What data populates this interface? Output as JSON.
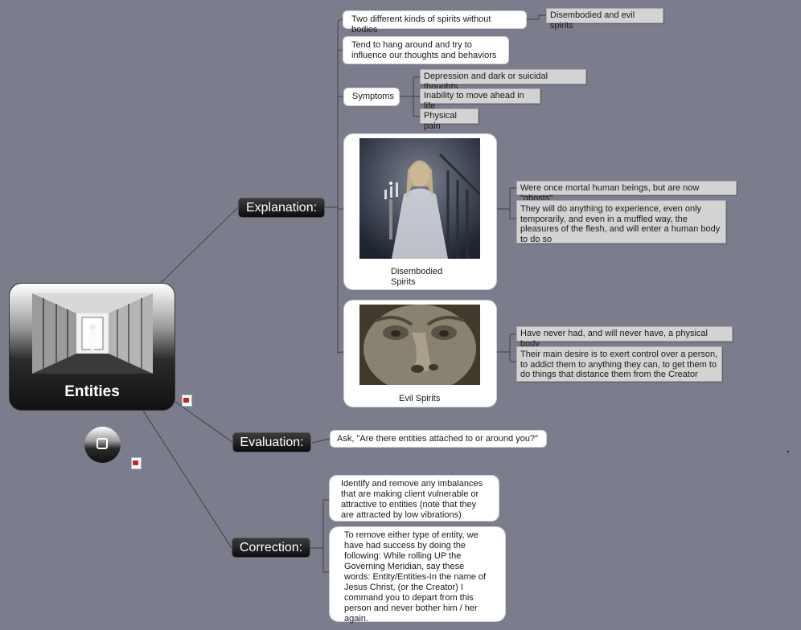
{
  "central": {
    "title": "Entities"
  },
  "branches": {
    "explanation": "Explanation:",
    "evaluation": "Evaluation:",
    "correction": "Correction:"
  },
  "explanation": {
    "kinds": "Two different kinds of spirits without bodies",
    "kinds_detail": "Disembodied and evil spirits",
    "influence": [
      "Tend to hang around and try to",
      "influence our thoughts and behaviors"
    ],
    "symptoms_label": "Symptoms",
    "symptoms": [
      "Depression and dark or suicidal thoughts",
      "Inability to move ahead in life",
      "Physical pain"
    ],
    "disembodied": {
      "caption": [
        "Disembodied",
        "Spirits"
      ],
      "notes": [
        "Were once mortal human beings, but are now \"ghosts\"",
        [
          "They will do anything to experience, even only",
          "temporarily, and even in a muffled way, the",
          "pleasures of the flesh, and will enter a human body",
          "to do so"
        ]
      ]
    },
    "evil": {
      "caption": "Evil Spirits",
      "notes": [
        "Have never had, and will never have, a physical body",
        [
          "Their main desire is to exert control over a person,",
          "to addict them to anything they can, to get them to",
          "do things that distance them from the Creator"
        ]
      ]
    }
  },
  "evaluation": {
    "question": "Ask, \"Are there entities attached to or around you?\""
  },
  "correction": {
    "imbalances": [
      "Identify and remove any imbalances",
      "that are making client vulnerable or",
      "attractive to entities (note that they",
      "are attracted by low vibrations)"
    ],
    "procedure": [
      "To remove either type of entity, we",
      "have had success by doing the",
      "following: While rolling UP the",
      "Governing Meridian, say these",
      "words: Entity/Entities-In the name of",
      "Jesus Christ, (or the Creator) I",
      "command you to depart from this",
      "person and never bother him / her",
      "again."
    ]
  },
  "colors": {
    "background": "#7c7d8c",
    "branch_fill": "#111111",
    "note_fill": "#d3d3d3"
  }
}
